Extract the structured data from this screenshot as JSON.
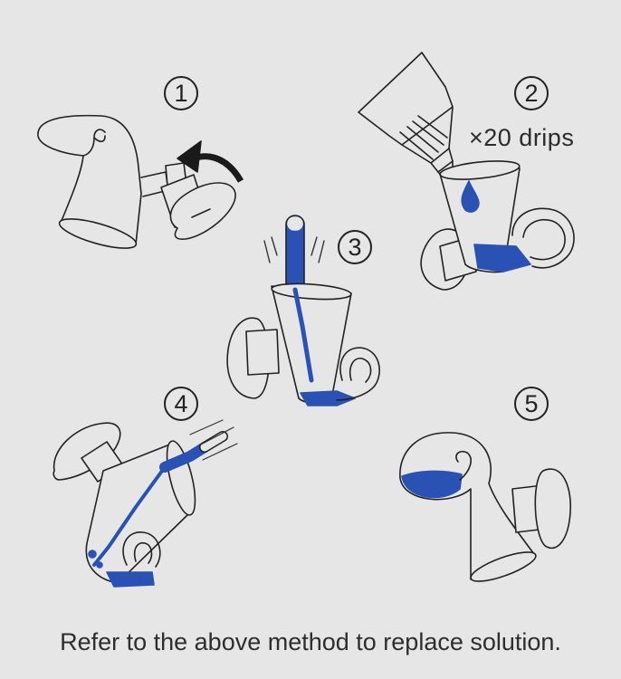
{
  "steps": [
    {
      "number": "1"
    },
    {
      "number": "2",
      "note": "×20 drips"
    },
    {
      "number": "3"
    },
    {
      "number": "4"
    },
    {
      "number": "5"
    }
  ],
  "caption": "Refer to the above method to replace solution.",
  "colors": {
    "background": "#e6e6e6",
    "solution": "#2a52b5",
    "line": "#222222"
  },
  "icons": [
    "drop-checker-icon",
    "rotate-arrow-icon",
    "reagent-bottle-icon",
    "pipette-icon",
    "suction-cup-icon"
  ]
}
